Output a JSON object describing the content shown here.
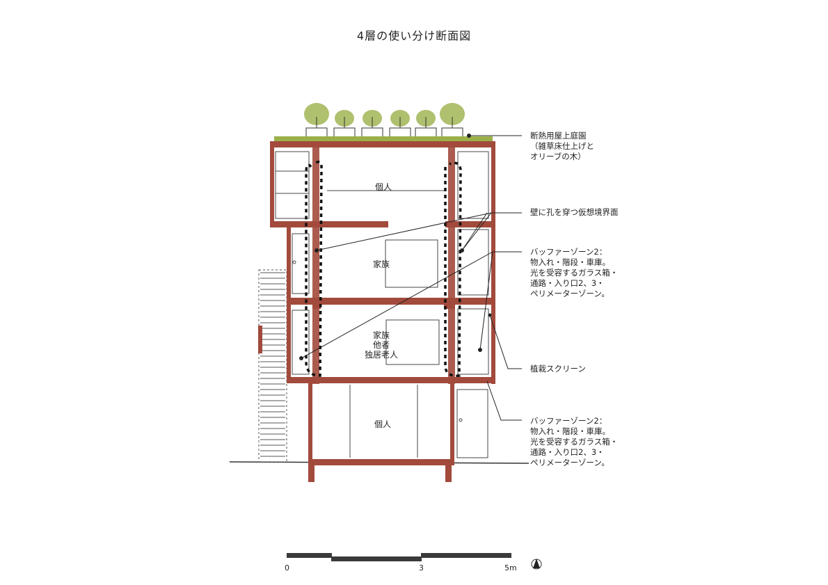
{
  "title": "4層の使い分け断面図",
  "rooms": {
    "floor4": "個人",
    "floor3": "家族",
    "floor2": "家族\n他者\n独居老人",
    "floor1": "個人"
  },
  "annotations": {
    "roof_garden": "断熱用屋上庭園\n（雑草床仕上げと\nオリーブの木）",
    "virtual_boundary": "壁に孔を穿つ仮想境界面",
    "buffer_zone_upper": "バッファーゾーン2：\n物入れ・階段・車庫。\n光を受容するガラス箱・\n通路・入り口2、3・\nペリメーターゾーン。",
    "planting_screen": "植栽スクリーン",
    "buffer_zone_lower": "バッファーゾーン2：\n物入れ・階段・車庫。\n光を受容するガラス箱・\n通路・入り口2、3・\nペリメーターゾーン。"
  },
  "scale_bar": {
    "ticks": [
      "0",
      "3",
      "5m"
    ]
  },
  "north_arrow": {
    "label": "N"
  },
  "colors": {
    "structure": "#a24a3c",
    "plant": "#9bb04a",
    "ink": "#222222"
  }
}
